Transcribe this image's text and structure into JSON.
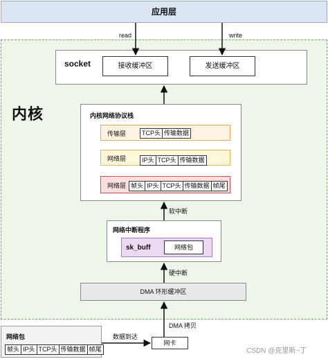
{
  "app_layer": {
    "title": "应用层"
  },
  "labels": {
    "read": "read",
    "write": "write"
  },
  "kernel": {
    "title": "内核"
  },
  "socket": {
    "title": "socket",
    "recv_buffer": "接收缓冲区",
    "send_buffer": "发送缓冲区"
  },
  "protocol_stack": {
    "title": "内核网络协议栈",
    "transport": {
      "label": "传输层",
      "cells": [
        "TCP头",
        "传输数据"
      ]
    },
    "network": {
      "label": "网络层",
      "cells": [
        "IP头",
        "TCP头",
        "传输数据"
      ]
    },
    "link": {
      "label": "网络层",
      "cells": [
        "帧头",
        "IP头",
        "TCP头",
        "传输数据",
        "帧尾"
      ]
    }
  },
  "softirq": {
    "label": "软中断"
  },
  "irq_handler": {
    "title": "网络中断程序",
    "skb_label": "sk_buff",
    "skb_data": "网络包"
  },
  "hardirq": {
    "label": "硬中断"
  },
  "dma_ring": {
    "label": "DMA 环形缓冲区"
  },
  "dma_copy": {
    "label": "DMA 拷贝"
  },
  "nic": {
    "label": "网卡"
  },
  "arrival": {
    "label": "数据到达"
  },
  "packet": {
    "title": "网络包",
    "cells": [
      "帧头",
      "IP头",
      "TCP头",
      "传输数据",
      "帧尾"
    ]
  },
  "watermark": {
    "text": "CSDN @克里斯~丁"
  },
  "colors": {
    "app_bg": "#dbe5f4",
    "kernel_bg": "#eef6ea",
    "kernel_border": "#6ea866",
    "transport_border": "#e5a84f",
    "network_border": "#e6b94f",
    "link_bg": "#fadede",
    "link_border": "#d84d4d",
    "skb_bg": "#e9d9f2",
    "skb_border": "#a678c3"
  }
}
